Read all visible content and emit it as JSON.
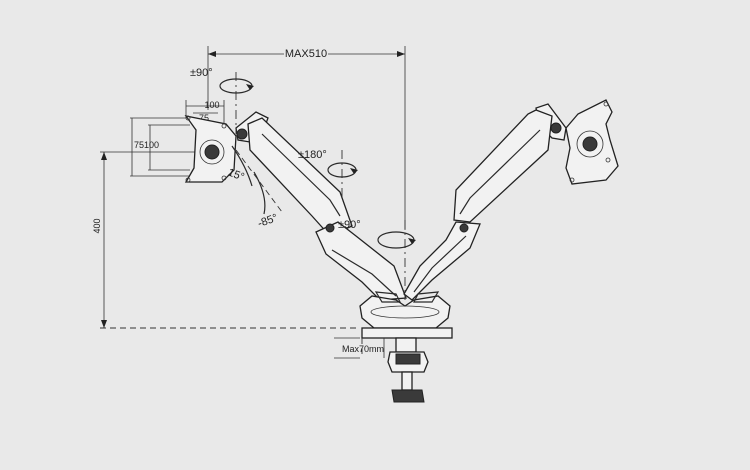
{
  "dimensions": {
    "max_reach": "MAX510",
    "height": "400",
    "vesa_outer_w": "100",
    "vesa_inner_w": "75",
    "vesa_outer_h": "100",
    "vesa_inner_h": "75",
    "clamp_max": "Max70mm"
  },
  "rotations": {
    "monitor_swivel": "±90°",
    "arm_swivel": "±180°",
    "base_swivel": "±90°",
    "tilt_up": "15°",
    "tilt_down": "-85°"
  }
}
